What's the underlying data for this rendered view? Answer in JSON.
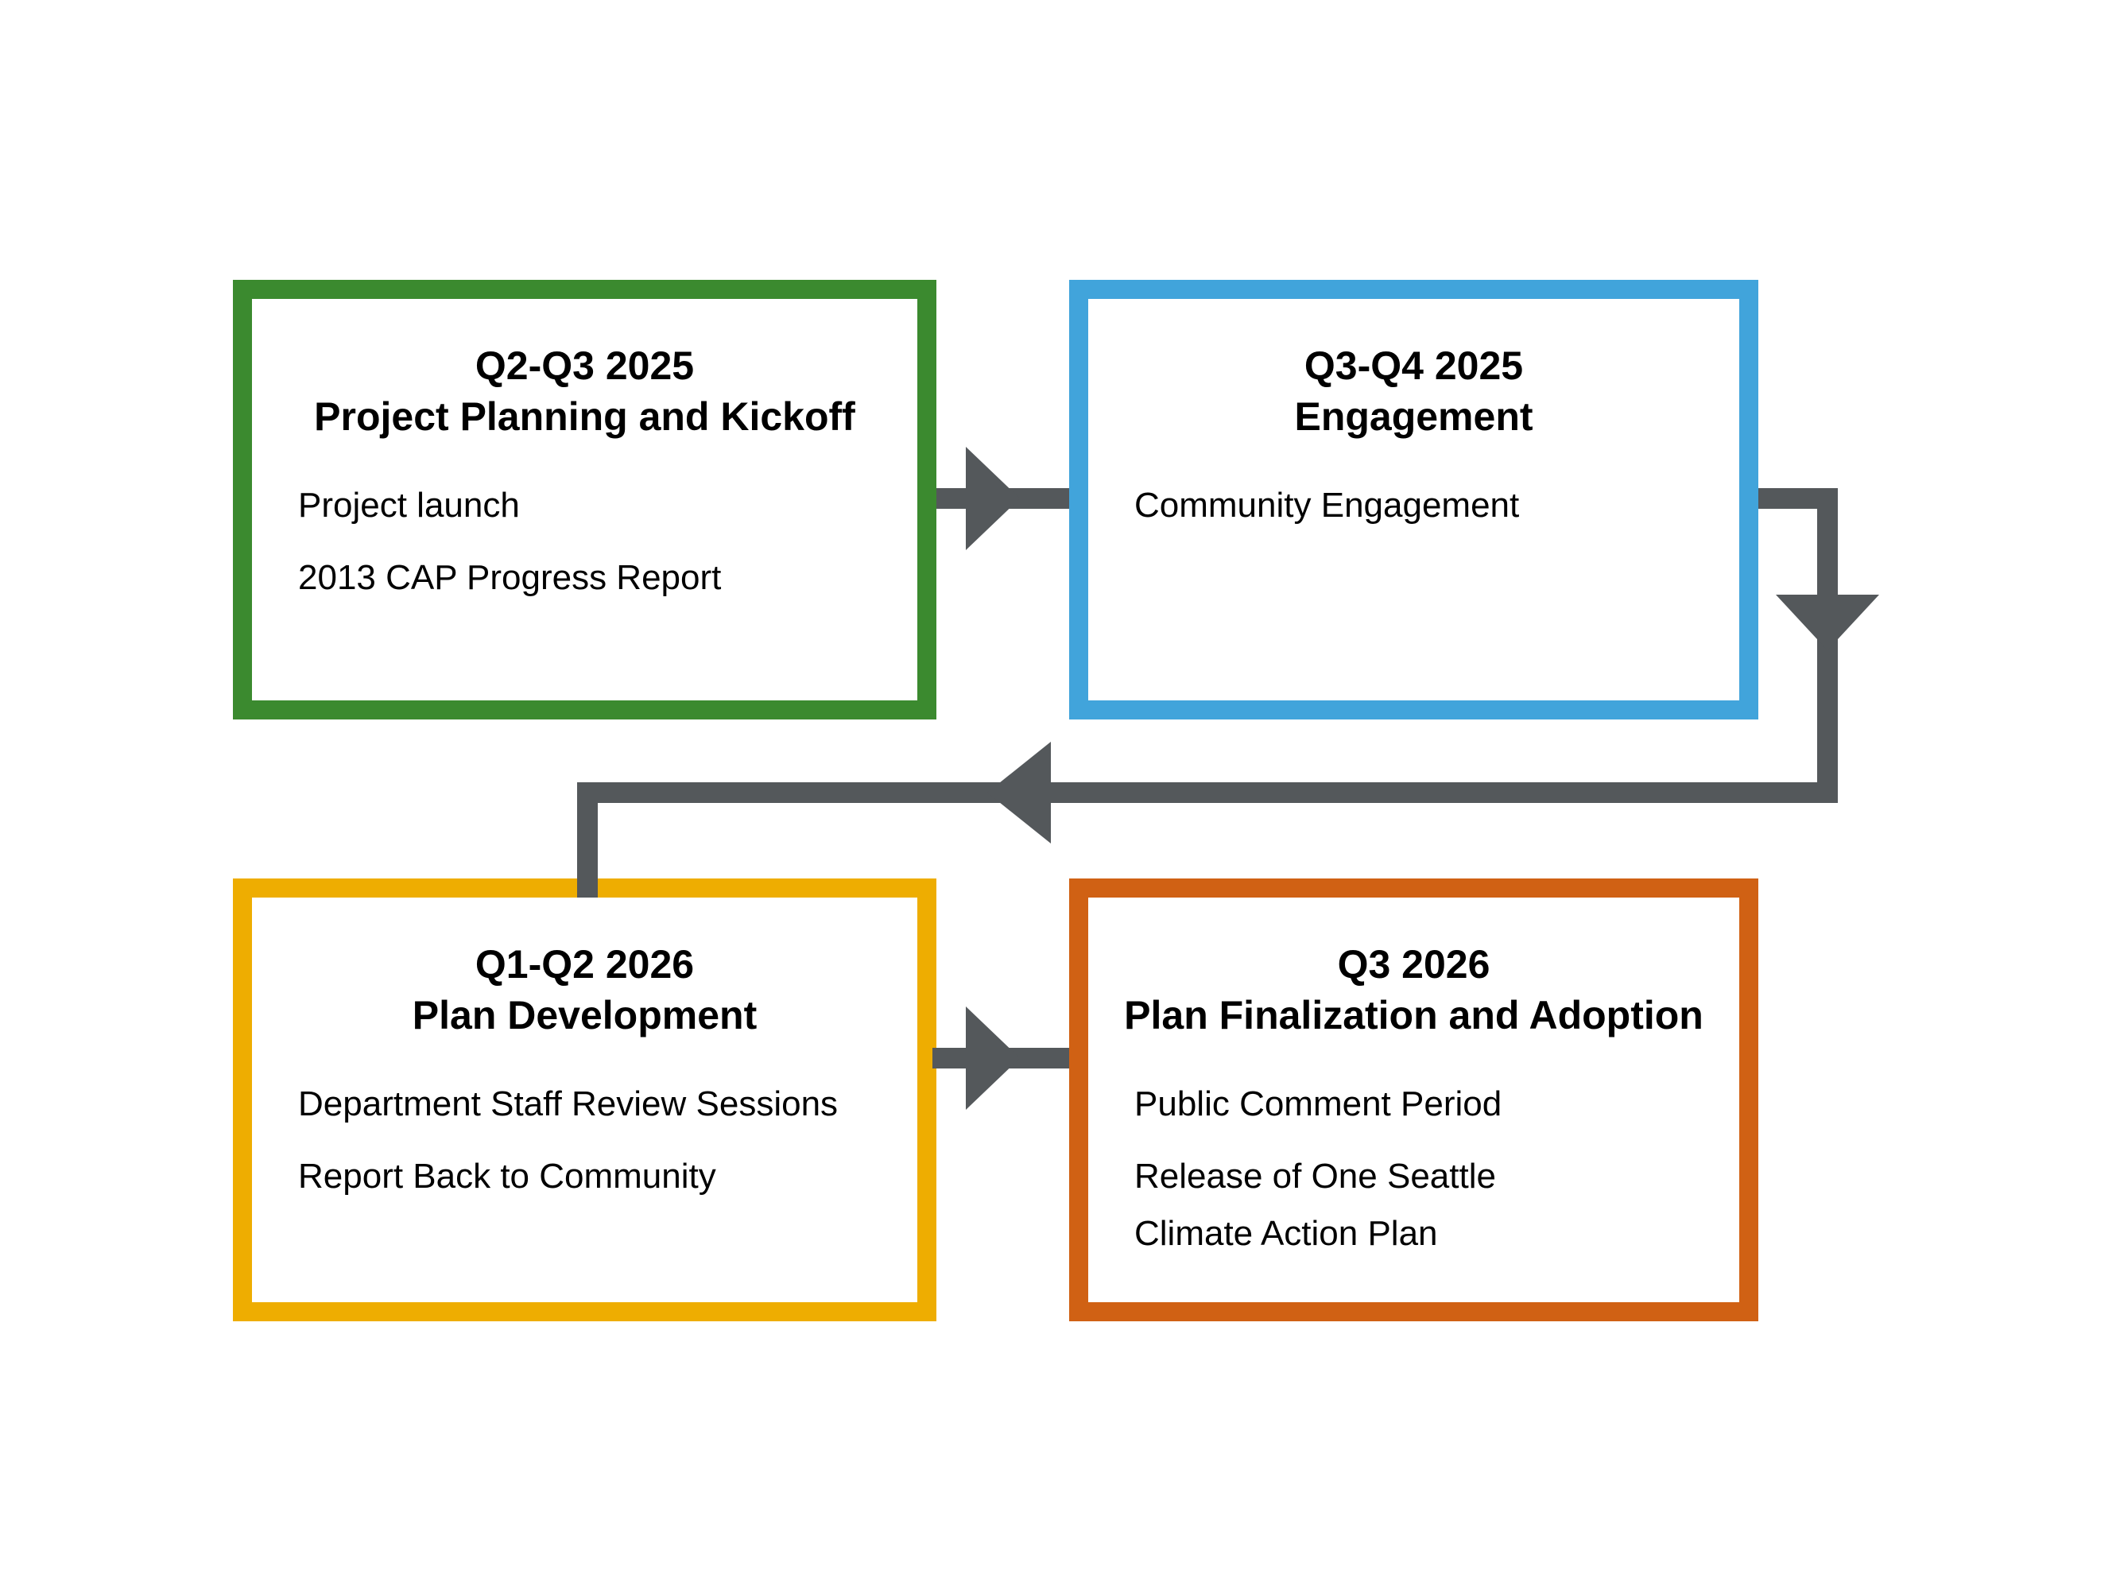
{
  "diagram": {
    "background": "#ffffff",
    "text_color": "#000000",
    "connector_color": "#54585b",
    "boxes": [
      {
        "period": "Q2-Q3 2025",
        "title": "Project Planning and Kickoff",
        "items": [
          "Project launch",
          "2013 CAP Progress Report"
        ],
        "border_color": "#3b8a2f"
      },
      {
        "period": "Q3-Q4 2025",
        "title": "Engagement",
        "items": [
          "Community Engagement"
        ],
        "border_color": "#41a4db"
      },
      {
        "period": "Q1-Q2 2026",
        "title": "Plan Development",
        "items": [
          "Department Staff Review Sessions",
          "Report Back to Community"
        ],
        "border_color": "#eead01"
      },
      {
        "period": "Q3 2026",
        "title": "Plan Finalization and Adoption",
        "items": [
          "Public Comment Period",
          "Release of One Seattle\nClimate Action Plan"
        ],
        "border_color": "#d06114"
      }
    ]
  }
}
